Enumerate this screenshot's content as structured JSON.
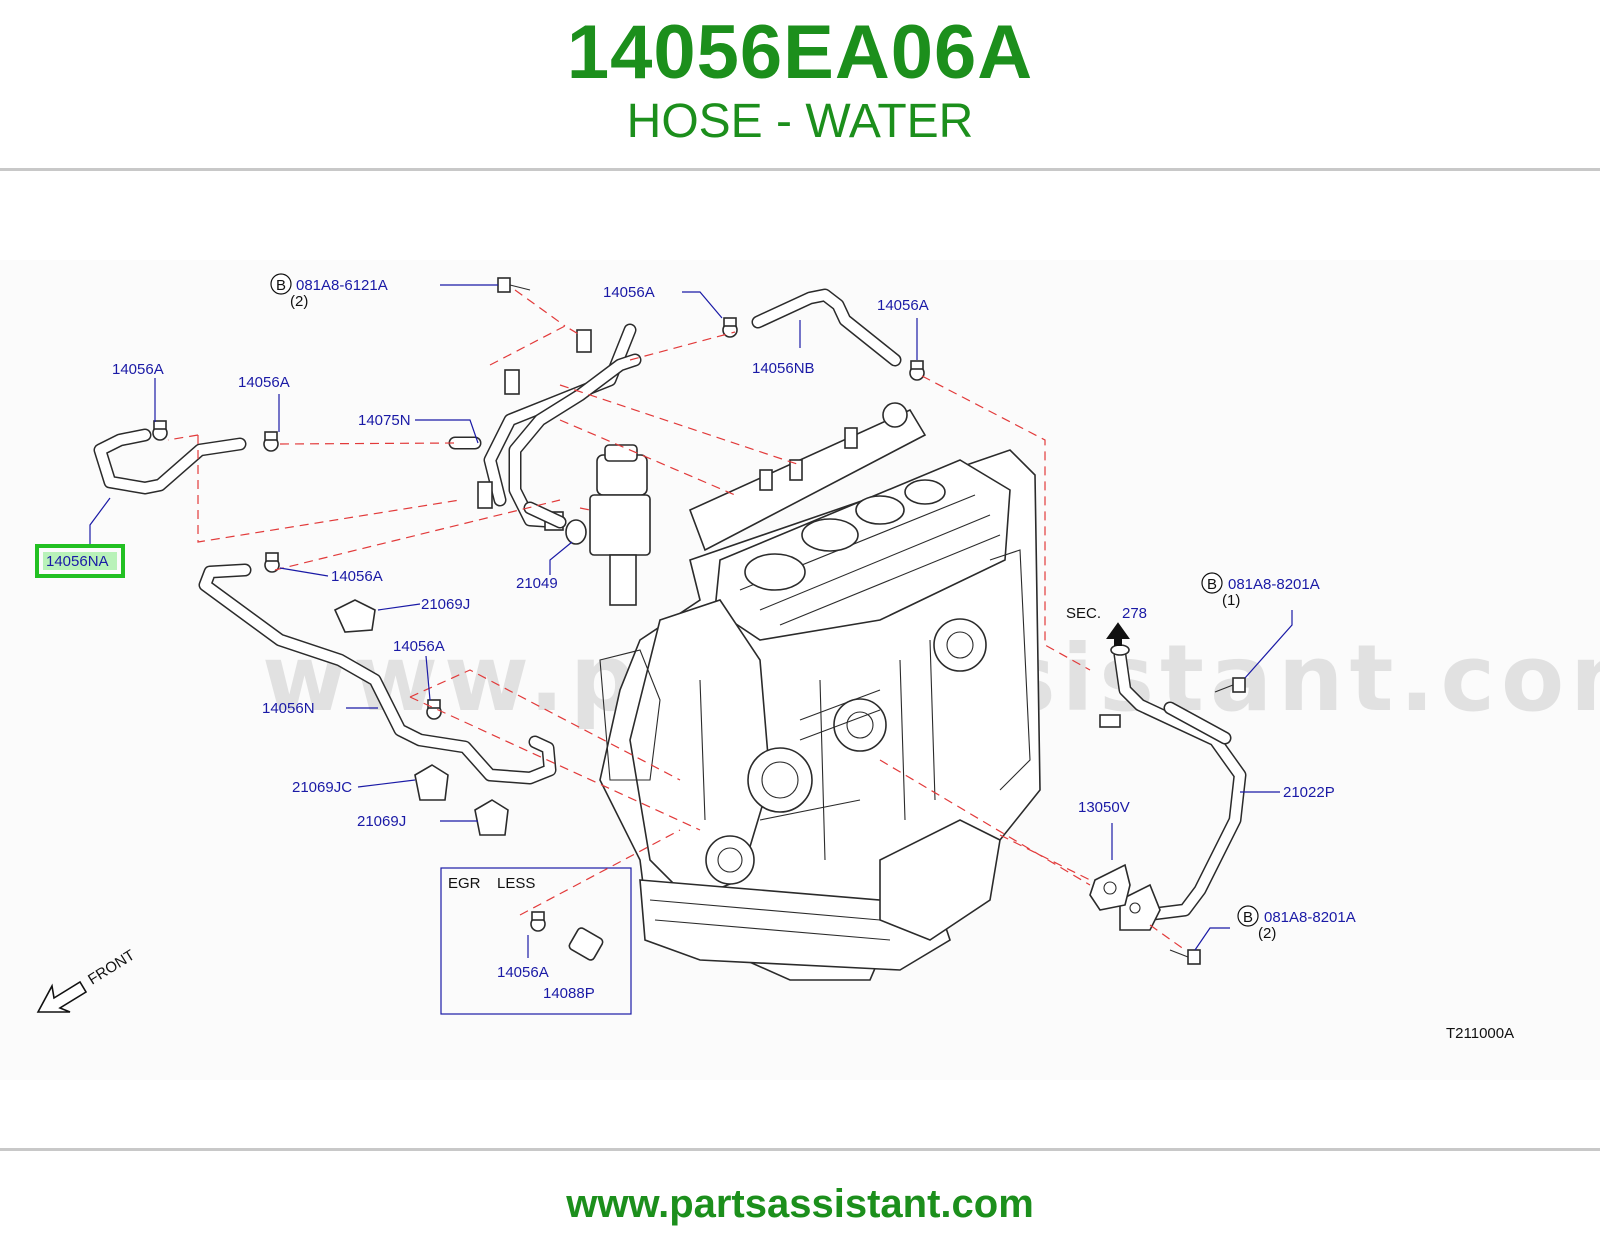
{
  "header": {
    "part_number": "14056EA06A",
    "part_name": "HOSE - WATER"
  },
  "diagram": {
    "code": "T211000A",
    "watermark": "www.partsassistant.com",
    "front_label": "FRONT",
    "sec_label": "SEC.",
    "sec_number": "278",
    "egr_box": {
      "egr": "EGR",
      "less": "LESS"
    },
    "highlight_color": "#22c022",
    "callouts": {
      "bolt_top": {
        "marker": "B",
        "part": "081A8-6121A",
        "qty": "(2)"
      },
      "bolt_right_top": {
        "marker": "B",
        "part": "081A8-8201A",
        "qty": "(1)"
      },
      "bolt_right_bottom": {
        "marker": "B",
        "part": "081A8-8201A",
        "qty": "(2)"
      },
      "clamp_top_center": "14056A",
      "clamp_top_right": "14056A",
      "hose_top": "14056NB",
      "clamp_left_1": "14056A",
      "clamp_left_2": "14056A",
      "pipe_main": "14075N",
      "hose_highlighted": "14056NA",
      "gasket_21049": "21049",
      "clamp_mid_left": "14056A",
      "clip_21069j_top": "21069J",
      "clamp_lower": "14056A",
      "hose_14056n": "14056N",
      "clip_21069jc": "21069JC",
      "clip_21069j_bottom": "21069J",
      "gasket_13050v": "13050V",
      "pipe_21022p": "21022P",
      "egr_clamp": "14056A",
      "egr_plug": "14088P"
    }
  },
  "footer": {
    "url": "www.partsassistant.com"
  }
}
